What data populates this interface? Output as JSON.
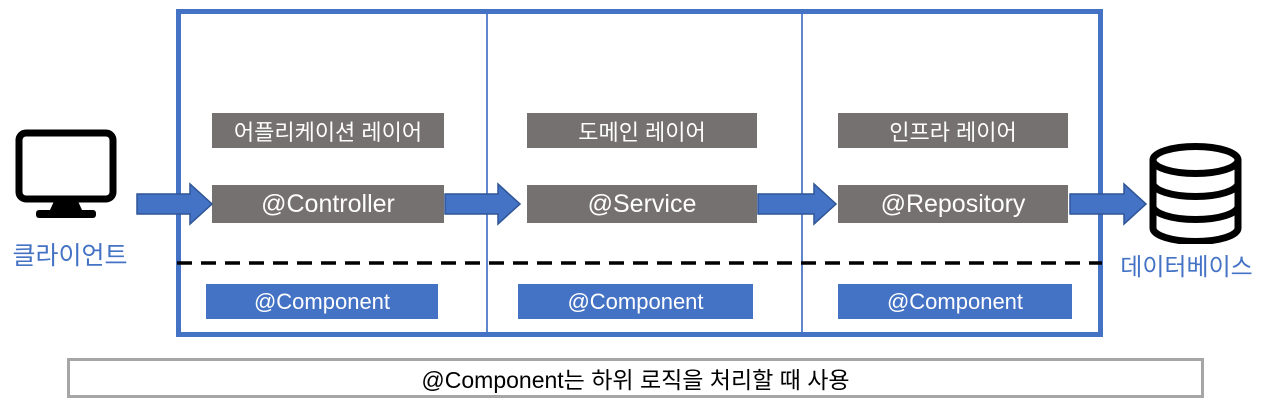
{
  "diagram": {
    "client": {
      "icon": "monitor-icon",
      "label": "클라이언트"
    },
    "database": {
      "icon": "database-icon",
      "label": "데이터베이스"
    },
    "columns": [
      {
        "layer_label": "어플리케이션 레이어",
        "annotation": "@Controller",
        "component": "@Component"
      },
      {
        "layer_label": "도메인 레이어",
        "annotation": "@Service",
        "component": "@Component"
      },
      {
        "layer_label": "인프라 레이어",
        "annotation": "@Repository",
        "component": "@Component"
      }
    ],
    "caption": "@Component는 하위 로직을 처리할 때 사용"
  },
  "colors": {
    "accent_blue": "#4472C4",
    "arrow_outline": "#2F5597",
    "box_gray": "#767171",
    "endpoint_label_blue": "#4472C4",
    "caption_border": "#A6A6A6",
    "dashed_line_black": "#000000",
    "icon_black": "#000000"
  }
}
